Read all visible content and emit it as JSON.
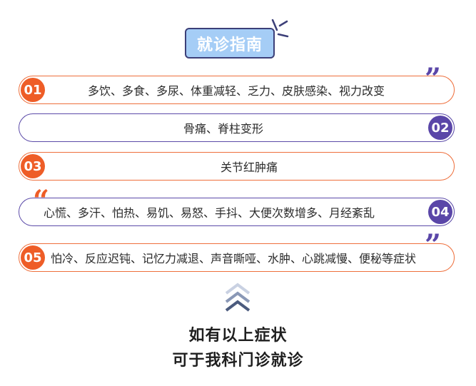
{
  "title": "就诊指南",
  "colors": {
    "orange": "#ee5d27",
    "purple": "#5a46a8",
    "title_bg": "#a5cdf6",
    "title_border": "#3c3f78"
  },
  "items": [
    {
      "num": "01",
      "text": "多饮、多食、多尿、体重减轻、乏力、皮肤感染、视力改变",
      "color": "orange",
      "badge_side": "left"
    },
    {
      "num": "02",
      "text": "骨痛、脊柱变形",
      "color": "purple",
      "badge_side": "right"
    },
    {
      "num": "03",
      "text": "关节红肿痛",
      "color": "orange",
      "badge_side": "left"
    },
    {
      "num": "04",
      "text": "心慌、多汗、怕热、易饥、易怒、手抖、大便次数增多、月经紊乱",
      "color": "purple",
      "badge_side": "right"
    },
    {
      "num": "05",
      "text": "怕冷、反应迟钝、记忆力减退、声音嘶哑、水肿、心跳减慢、便秘等症状",
      "color": "orange",
      "badge_side": "left"
    }
  ],
  "quote_marks": {
    "close": "”",
    "open": "“"
  },
  "icons": {
    "burst": "burst-icon",
    "chevrons": "chevron-up-icon"
  },
  "closing": {
    "line1": "如有以上症状",
    "line2": "可于我科门诊就诊"
  }
}
